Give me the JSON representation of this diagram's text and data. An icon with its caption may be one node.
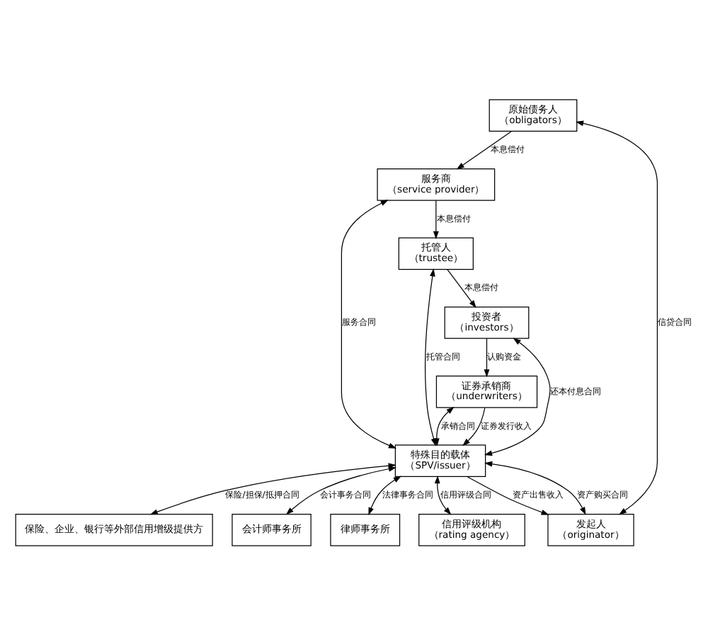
{
  "diagram": {
    "nodes": [
      {
        "text": [
          "原始债务人",
          "（obligators）"
        ]
      },
      {
        "text": [
          "服务商",
          "（service provider）"
        ]
      },
      {
        "text": [
          "发起人",
          "（originator）"
        ]
      },
      {
        "text": [
          "保险、企业、银行等外部信用增级提供方"
        ]
      },
      {
        "text": [
          "会计师事务所"
        ]
      },
      {
        "text": [
          "特殊目的载体",
          "（SPV/issuer）"
        ]
      },
      {
        "text": [
          "律师事务所"
        ]
      },
      {
        "text": [
          "信用评级机构",
          "（rating agency）"
        ]
      },
      {
        "text": [
          "托管人",
          "（trustee）"
        ]
      },
      {
        "text": [
          "证券承销商",
          "（underwriters）"
        ]
      },
      {
        "text": [
          "投资者",
          "（investors）"
        ]
      }
    ],
    "edges": [
      {
        "from": 0,
        "to": 1,
        "arrow": "to",
        "label": "本息偿付"
      },
      {
        "from": 0,
        "to": 2,
        "arrow": "both",
        "label": "信贷合同"
      },
      {
        "from": 1,
        "to": 8,
        "arrow": "to",
        "label": "本息偿付"
      },
      {
        "from": 5,
        "to": 1,
        "arrow": "both",
        "label": "服务合同"
      },
      {
        "from": 5,
        "to": 2,
        "arrow": "both",
        "label": "资产购买合同"
      },
      {
        "from": 5,
        "to": 2,
        "arrow": "to",
        "label": "资产出售收入"
      },
      {
        "from": 5,
        "to": 8,
        "arrow": "both",
        "label": "托管合同"
      },
      {
        "from": 5,
        "to": 3,
        "arrow": "both",
        "label": "保险/担保/抵押合同"
      },
      {
        "from": 5,
        "to": 4,
        "arrow": "both",
        "label": "会计事务合同"
      },
      {
        "from": 5,
        "to": 6,
        "arrow": "both",
        "label": "法律事务合同"
      },
      {
        "from": 5,
        "to": 7,
        "arrow": "both",
        "label": "信用评级合同"
      },
      {
        "from": 5,
        "to": 9,
        "arrow": "both",
        "label": "承销合同"
      },
      {
        "from": 5,
        "to": 10,
        "arrow": "both",
        "label": "还本付息合同"
      },
      {
        "from": 9,
        "to": 5,
        "arrow": "to",
        "label": "证券发行收入"
      },
      {
        "from": 8,
        "to": 10,
        "arrow": "to",
        "label": "本息偿付"
      },
      {
        "from": 10,
        "to": 9,
        "arrow": "to",
        "label": "认购资金"
      }
    ]
  }
}
